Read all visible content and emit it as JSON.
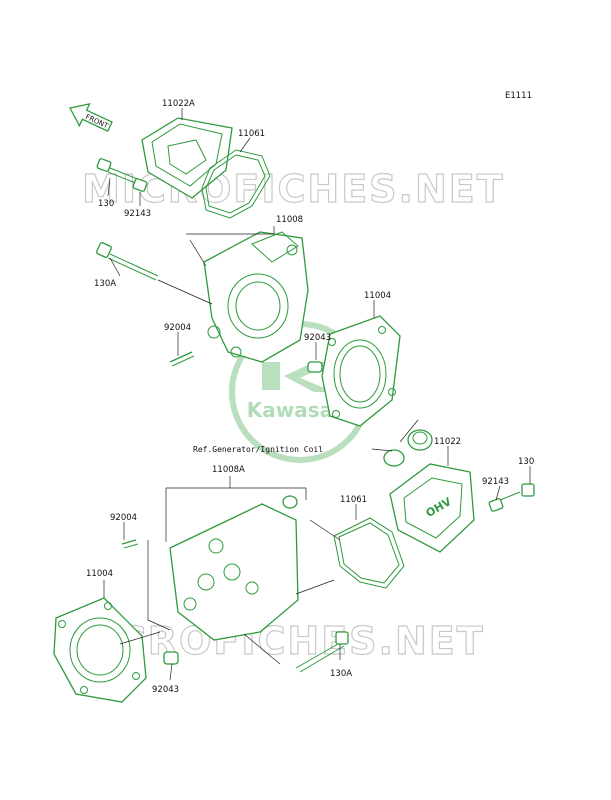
{
  "diagram": {
    "code": "E1111",
    "front_label": "FRONT",
    "watermark_text": "MICROFICHES.NET",
    "logo_text": "Kawasaki",
    "reference_note": "Ref.Generator/Ignition Coil",
    "part_labels": {
      "head_cover_upper": "11022A",
      "head_gasket_upper": "11061",
      "bolt_upper": "130",
      "washer_upper": "92143",
      "head_upper": "11008",
      "long_bolt_upper": "130A",
      "cyl_gasket_upper": "11004",
      "stud_upper": "92004",
      "dowel_upper": "92043",
      "head_cover_lower": "11022",
      "bolt_lower": "130",
      "washer_lower": "92143",
      "head_lower": "11008A",
      "head_gasket_lower": "11061",
      "stud_lower": "92004",
      "cyl_gasket_lower": "11004",
      "dowel_lower": "92043",
      "long_bolt_lower": "130A"
    },
    "colors": {
      "line_art": "#2e9a3e",
      "watermark": "#c9c9c9",
      "logo": "#7fc48a"
    }
  }
}
